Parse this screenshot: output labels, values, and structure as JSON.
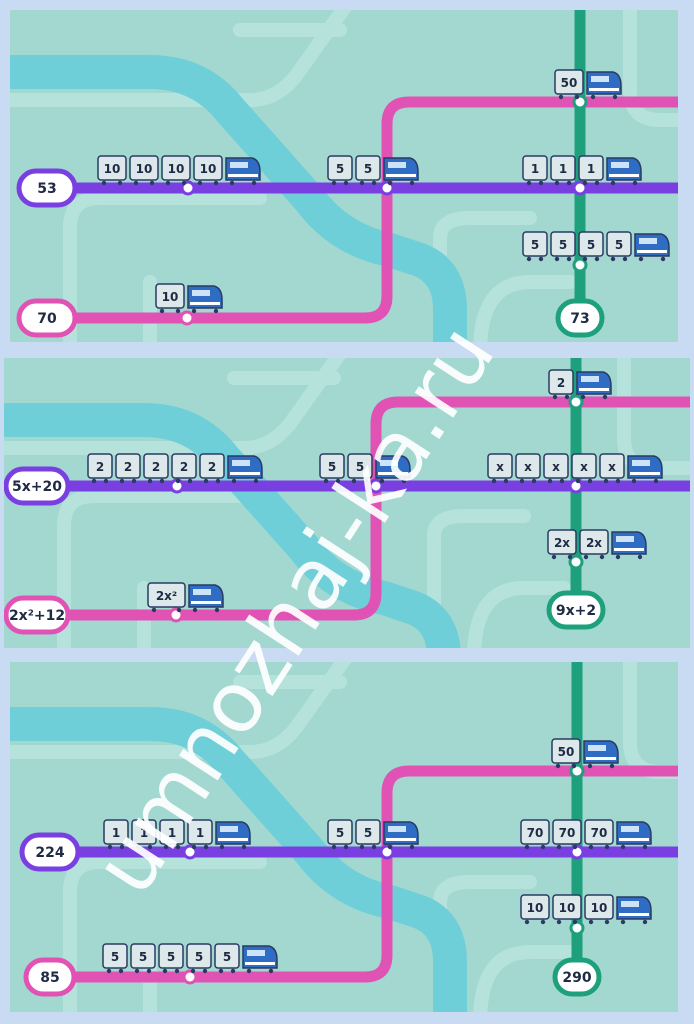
{
  "colors": {
    "background": "#a3d8d1",
    "lane": "#b6e2dc",
    "river": "#6fcfd8",
    "purple": "#7a3fe0",
    "pink": "#e052b4",
    "green": "#1ea07d",
    "car": "#dde8ea",
    "car_border": "#2a3a63",
    "engine": "#2f6dc4",
    "page": "#c9dbf2"
  },
  "watermark": "umnozhaj-ka.ru",
  "panels": [
    {
      "purple_start": "53",
      "pink_start": "70",
      "green_end": "73",
      "trains": {
        "green_top": [
          "50"
        ],
        "purple_left": [
          "10",
          "10",
          "10",
          "10"
        ],
        "purple_middle": [
          "5",
          "5"
        ],
        "purple_right": [
          "1",
          "1",
          "1"
        ],
        "green_bottom": [
          "5",
          "5",
          "5",
          "5"
        ],
        "pink_bottom": [
          "10"
        ]
      }
    },
    {
      "purple_start": "5x+20",
      "pink_start": "2x²+12",
      "green_end": "9x+2",
      "trains": {
        "green_top": [
          "2"
        ],
        "purple_left": [
          "2",
          "2",
          "2",
          "2",
          "2"
        ],
        "purple_middle": [
          "5",
          "5"
        ],
        "purple_right": [
          "x",
          "x",
          "x",
          "x",
          "x"
        ],
        "green_bottom": [
          "2x",
          "2x"
        ],
        "pink_bottom": [
          "2x²"
        ]
      }
    },
    {
      "purple_start": "224",
      "pink_start": "85",
      "green_end": "290",
      "trains": {
        "green_top": [
          "50"
        ],
        "purple_left": [
          "1",
          "1",
          "1",
          "1"
        ],
        "purple_middle": [
          "5",
          "5"
        ],
        "purple_right": [
          "70",
          "70",
          "70"
        ],
        "green_bottom": [
          "10",
          "10",
          "10"
        ],
        "pink_bottom": [
          "5",
          "5",
          "5",
          "5",
          "5"
        ]
      }
    }
  ]
}
